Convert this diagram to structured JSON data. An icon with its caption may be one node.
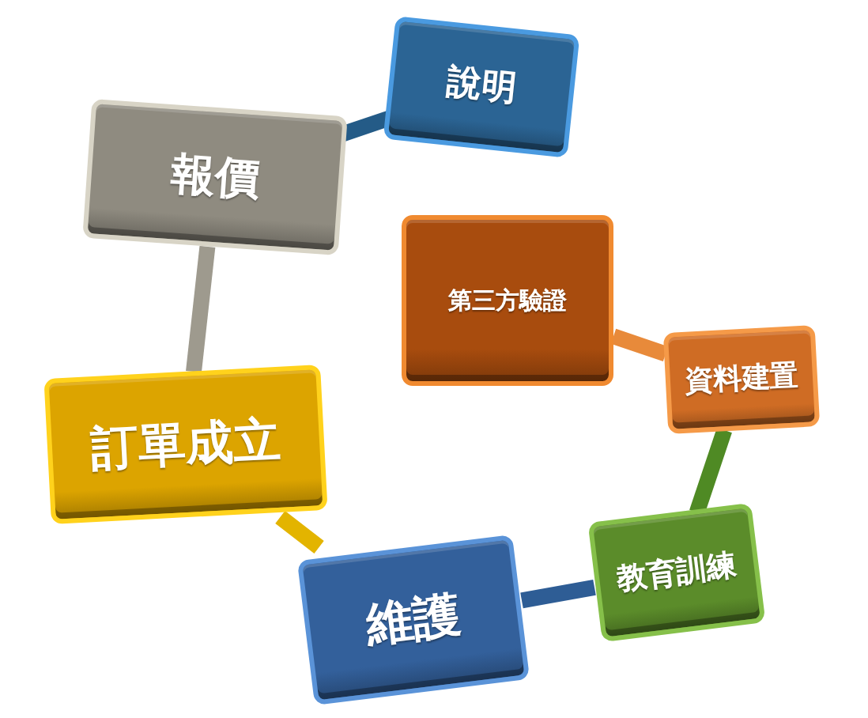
{
  "diagram": {
    "nodes": [
      {
        "text": [
          "說明"
        ]
      },
      {
        "text": [
          "報價"
        ]
      },
      {
        "text": [
          "第三方驗證"
        ]
      },
      {
        "text": [
          "資料建置"
        ]
      },
      {
        "text": [
          "訂單成立"
        ]
      },
      {
        "text": [
          "教育訓練"
        ]
      },
      {
        "text": [
          "維護"
        ]
      }
    ],
    "edges": [
      {
        "from": 0,
        "to": 1,
        "arrow": "none",
        "color": "#245b87"
      },
      {
        "from": 1,
        "to": 4,
        "arrow": "none",
        "color": "#9e9a8e"
      },
      {
        "from": 4,
        "to": 6,
        "arrow": "none",
        "color": "#e3b400"
      },
      {
        "from": 6,
        "to": 5,
        "arrow": "none",
        "color": "#2e5d95"
      },
      {
        "from": 5,
        "to": 3,
        "arrow": "none",
        "color": "#4f8a24"
      },
      {
        "from": 3,
        "to": 2,
        "arrow": "none",
        "color": "#e88a3a"
      }
    ]
  }
}
